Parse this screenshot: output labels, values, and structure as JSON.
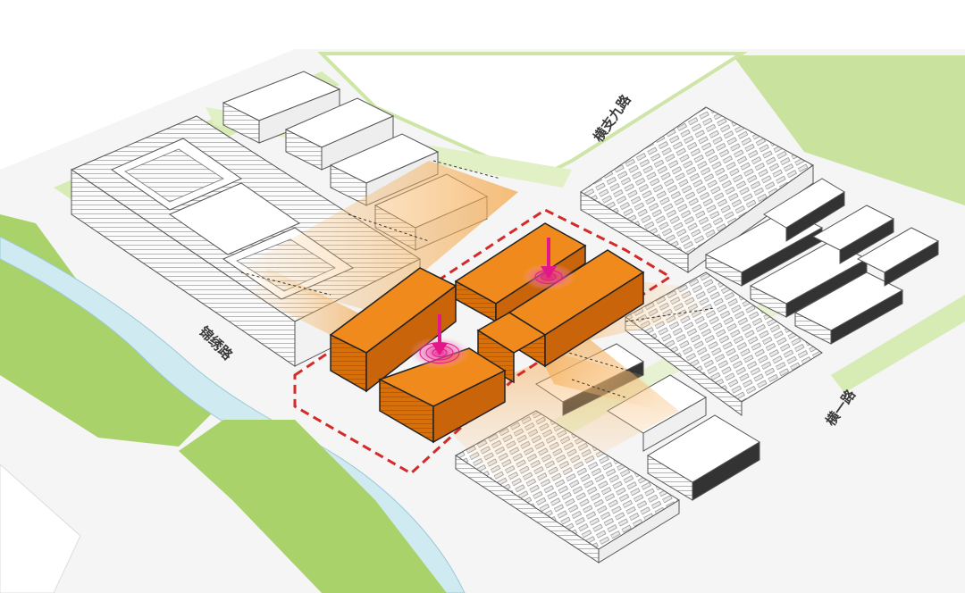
{
  "road_labels": {
    "west_road": "锦绣路",
    "north_road": "横支九路",
    "east_road": "横一路"
  },
  "colors": {
    "background": "#ffffff",
    "green_belt": "#a9d26a",
    "green_light": "#d7ebb4",
    "river": "#cde9ee",
    "road": "#f4f4f4",
    "site_building": "#e0780e",
    "site_building_top": "#f08a1c",
    "glow": "#f5b266",
    "plaza_marker": "#e4178a",
    "boundary": "#d42a2a",
    "context_building": "#ffffff",
    "context_stroke": "#555555"
  },
  "icons": {
    "entry_marker": "down-arrow-icon",
    "plaza_marker": "concentric-rings-icon"
  }
}
